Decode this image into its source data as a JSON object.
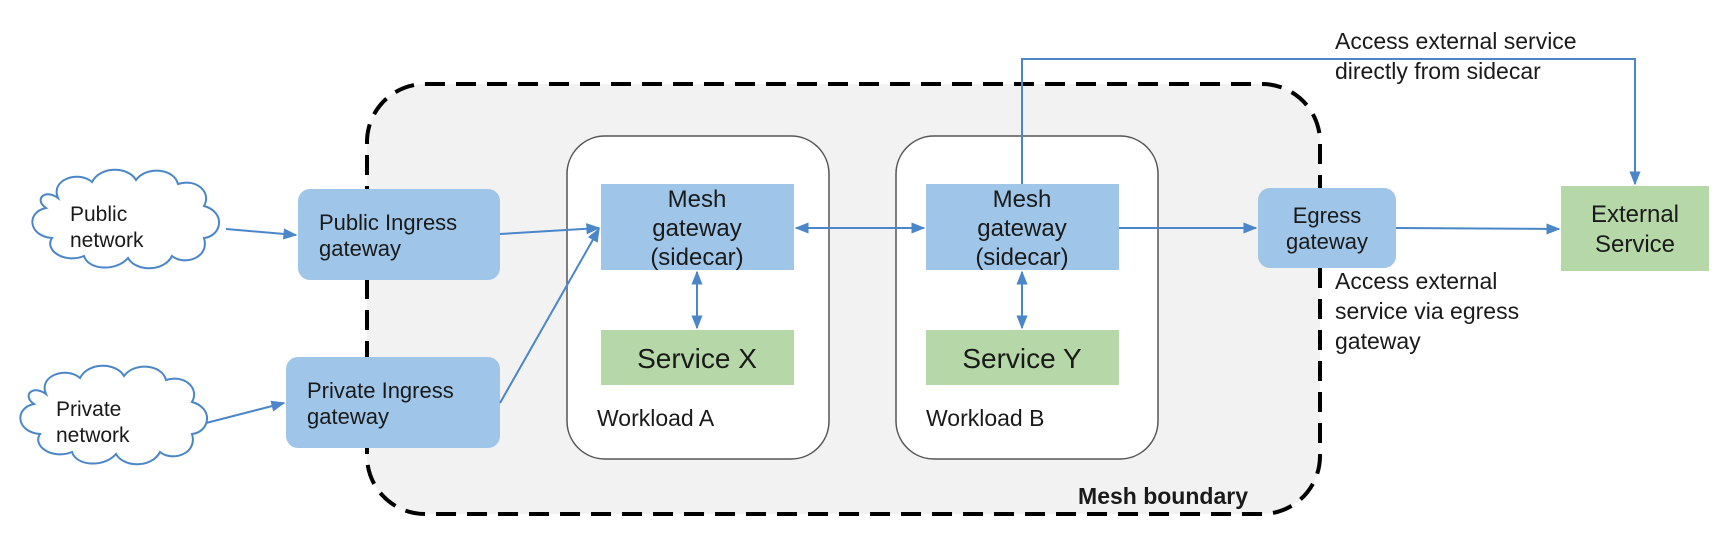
{
  "clouds": {
    "public": [
      "Public",
      "network"
    ],
    "private": [
      "Private",
      "network"
    ]
  },
  "gateways": {
    "public_ingress": [
      "Public Ingress",
      "gateway"
    ],
    "private_ingress": [
      "Private Ingress",
      "gateway"
    ],
    "egress": [
      "Egress",
      "gateway"
    ]
  },
  "workload_a": {
    "label": "Workload A",
    "mesh_gateway": [
      "Mesh",
      "gateway",
      "(sidecar)"
    ],
    "service": "Service X"
  },
  "workload_b": {
    "label": "Workload B",
    "mesh_gateway": [
      "Mesh",
      "gateway",
      "(sidecar)"
    ],
    "service": "Service Y"
  },
  "external_service": [
    "External",
    "Service"
  ],
  "mesh_boundary_label": "Mesh boundary",
  "annotations": {
    "direct_access": [
      "Access external service",
      "directly from sidecar"
    ],
    "egress_access": [
      "Access external",
      "service via egress",
      "gateway"
    ]
  },
  "colors": {
    "gateway_fill": "#9fc5e8",
    "service_fill": "#b6d7a8",
    "arrow": "#4a86c8",
    "boundary_fill": "#f2f2f2",
    "cloud_stroke": "#4a86c8"
  }
}
